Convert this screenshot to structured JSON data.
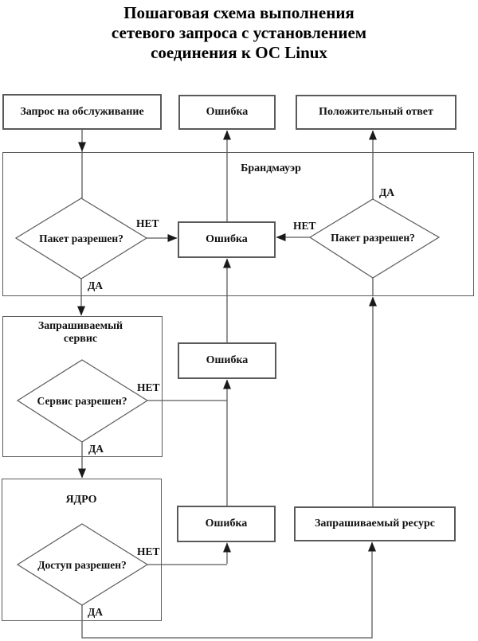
{
  "title": {
    "lines": [
      "Пошаговая схема выполнения",
      "сетевого запроса с установлением",
      "соединения к ОС Linux"
    ]
  },
  "nodes": {
    "request": "Запрос на обслуживание",
    "error_top": "Ошибка",
    "positive_response": "Положительный ответ",
    "firewall": "Брандмауэр",
    "packet_allowed_left": "Пакет разрешен?",
    "packet_allowed_right": "Пакет разрешен?",
    "error_firewall": "Ошибка",
    "service_section": "Запрашиваемый сервис",
    "service_allowed": "Сервис разрешен?",
    "error_service": "Ошибка",
    "kernel_section": "ЯДРО",
    "access_allowed": "Доступ разрешен?",
    "error_kernel": "Ошибка",
    "resource": "Запрашиваемый ресурс"
  },
  "labels": {
    "yes": "ДА",
    "no": "НЕТ"
  },
  "colors": {
    "line": "#5a5a5a",
    "arrow": "#1a1a1a",
    "text": "#111111",
    "background": "#ffffff"
  }
}
